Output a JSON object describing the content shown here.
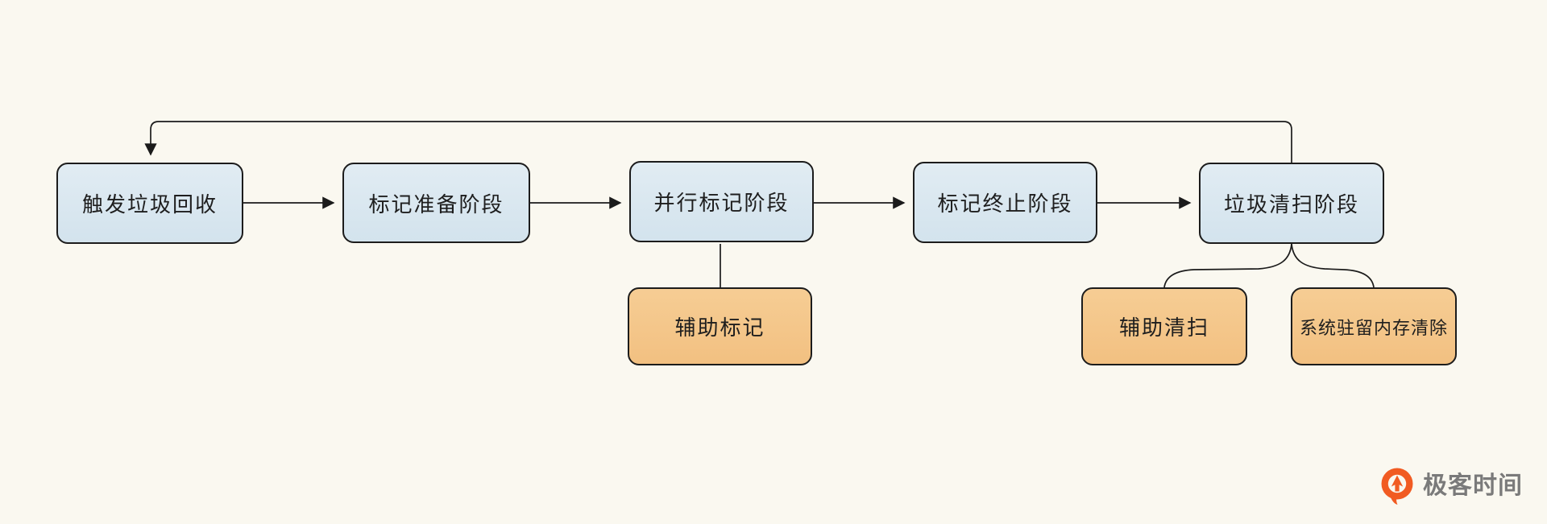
{
  "diagram": {
    "nodes": [
      {
        "id": "trigger",
        "label": "触发垃圾回收",
        "type": "phase"
      },
      {
        "id": "prepare",
        "label": "标记准备阶段",
        "type": "phase"
      },
      {
        "id": "parallel",
        "label": "并行标记阶段",
        "type": "phase"
      },
      {
        "id": "terminate",
        "label": "标记终止阶段",
        "type": "phase"
      },
      {
        "id": "sweep",
        "label": "垃圾清扫阶段",
        "type": "phase"
      },
      {
        "id": "assist-mark",
        "label": "辅助标记",
        "type": "sub"
      },
      {
        "id": "assist-sweep",
        "label": "辅助清扫",
        "type": "sub"
      },
      {
        "id": "scavenge",
        "label": "系统驻留内存清除",
        "type": "sub"
      }
    ],
    "edges": [
      {
        "from": "触发垃圾回收",
        "to": "标记准备阶段",
        "style": "arrow"
      },
      {
        "from": "标记准备阶段",
        "to": "并行标记阶段",
        "style": "arrow"
      },
      {
        "from": "并行标记阶段",
        "to": "标记终止阶段",
        "style": "arrow"
      },
      {
        "from": "标记终止阶段",
        "to": "垃圾清扫阶段",
        "style": "arrow"
      },
      {
        "from": "垃圾清扫阶段",
        "to": "触发垃圾回收",
        "style": "loop-arrow"
      },
      {
        "from": "并行标记阶段",
        "to": "辅助标记",
        "style": "plain-line"
      },
      {
        "from": "垃圾清扫阶段",
        "to": "辅助清扫",
        "style": "curve"
      },
      {
        "from": "垃圾清扫阶段",
        "to": "系统驻留内存清除",
        "style": "curve"
      }
    ],
    "colors": {
      "background": "#faf8f0",
      "phase_fill": "#d7e5ee",
      "sub_fill": "#f4c387",
      "line": "#1b1b1b",
      "text": "#1e1e1e"
    }
  },
  "logo": {
    "text": "极客时间",
    "icon": "geektime-pin-icon",
    "text_color": "#7a7a7a",
    "icon_color": "#f15b22"
  }
}
